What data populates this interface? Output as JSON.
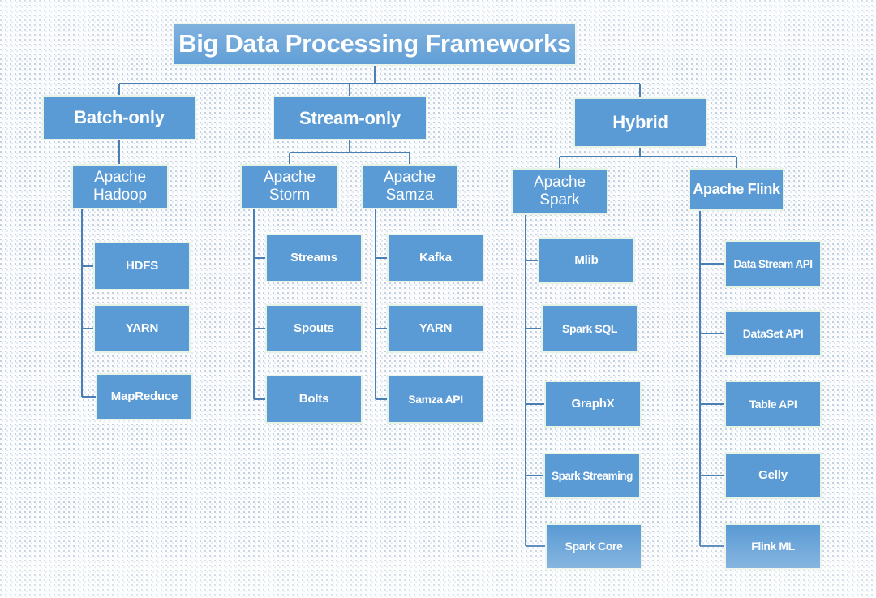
{
  "diagram": {
    "title": "Big Data Processing Frameworks",
    "background_color": "#fdfdfe",
    "node_fill_color": "#5b9bd5",
    "node_border_color": "#e8f3e8",
    "node_text_color": "#ffffff",
    "connector_color": "#4a7fb5",
    "type": "tree-hierarchy",
    "levels": 4
  },
  "root": {
    "label": "Big Data Processing Frameworks"
  },
  "categories": [
    {
      "id": "batch-only",
      "label": "Batch-only"
    },
    {
      "id": "stream-only",
      "label": "Stream-only"
    },
    {
      "id": "hybrid",
      "label": "Hybrid"
    }
  ],
  "frameworks": [
    {
      "id": "apache-hadoop",
      "label": "Apache\nHadoop",
      "parent": "batch-only"
    },
    {
      "id": "apache-storm",
      "label": "Apache\nStorm",
      "parent": "stream-only"
    },
    {
      "id": "apache-samza",
      "label": "Apache\nSamza",
      "parent": "stream-only"
    },
    {
      "id": "apache-spark",
      "label": "Apache\nSpark",
      "parent": "hybrid"
    },
    {
      "id": "apache-flink",
      "label": "Apache Flink",
      "parent": "hybrid"
    }
  ],
  "components": {
    "apache_hadoop": [
      {
        "id": "hdfs",
        "label": "HDFS"
      },
      {
        "id": "yarn",
        "label": "YARN"
      },
      {
        "id": "mapreduce",
        "label": "MapReduce"
      }
    ],
    "apache_storm": [
      {
        "id": "streams",
        "label": "Streams"
      },
      {
        "id": "spouts",
        "label": "Spouts"
      },
      {
        "id": "bolts",
        "label": "Bolts"
      }
    ],
    "apache_samza": [
      {
        "id": "kafka",
        "label": "Kafka"
      },
      {
        "id": "yarn",
        "label": "YARN"
      },
      {
        "id": "samza-api",
        "label": "Samza API"
      }
    ],
    "apache_spark": [
      {
        "id": "mlib",
        "label": "Mlib"
      },
      {
        "id": "spark-sql",
        "label": "Spark SQL"
      },
      {
        "id": "graphx",
        "label": "GraphX"
      },
      {
        "id": "spark-streaming",
        "label": "Spark Streaming"
      },
      {
        "id": "spark-core",
        "label": "Spark Core"
      }
    ],
    "apache_flink": [
      {
        "id": "data-stream-api",
        "label": "Data Stream API"
      },
      {
        "id": "dataset-api",
        "label": "DataSet API"
      },
      {
        "id": "table-api",
        "label": "Table API"
      },
      {
        "id": "gelly",
        "label": "Gelly"
      },
      {
        "id": "flink-ml",
        "label": "Flink ML"
      }
    ]
  }
}
